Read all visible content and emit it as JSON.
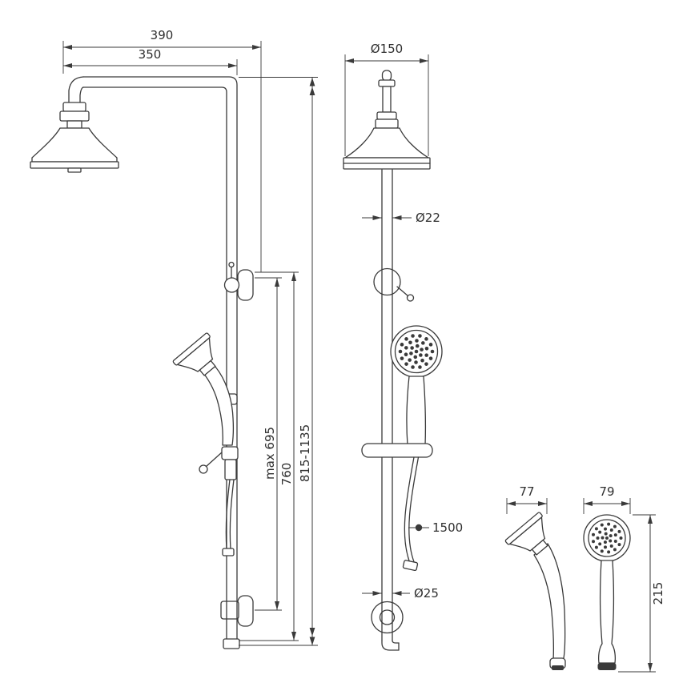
{
  "drawing": {
    "colors": {
      "ink": "#3a3a3a",
      "background": "#ffffff"
    },
    "side_view": {
      "width_top": "390",
      "width_arm": "350",
      "height_max": "max 695",
      "height_mid": "760",
      "height_range": "815-1135"
    },
    "front_view": {
      "head_diameter": "Ø150",
      "riser_diameter": "Ø22",
      "hose_length": "1500",
      "inlet_diameter": "Ø25"
    },
    "handshower": {
      "depth": "77",
      "width": "79",
      "height": "215"
    }
  }
}
